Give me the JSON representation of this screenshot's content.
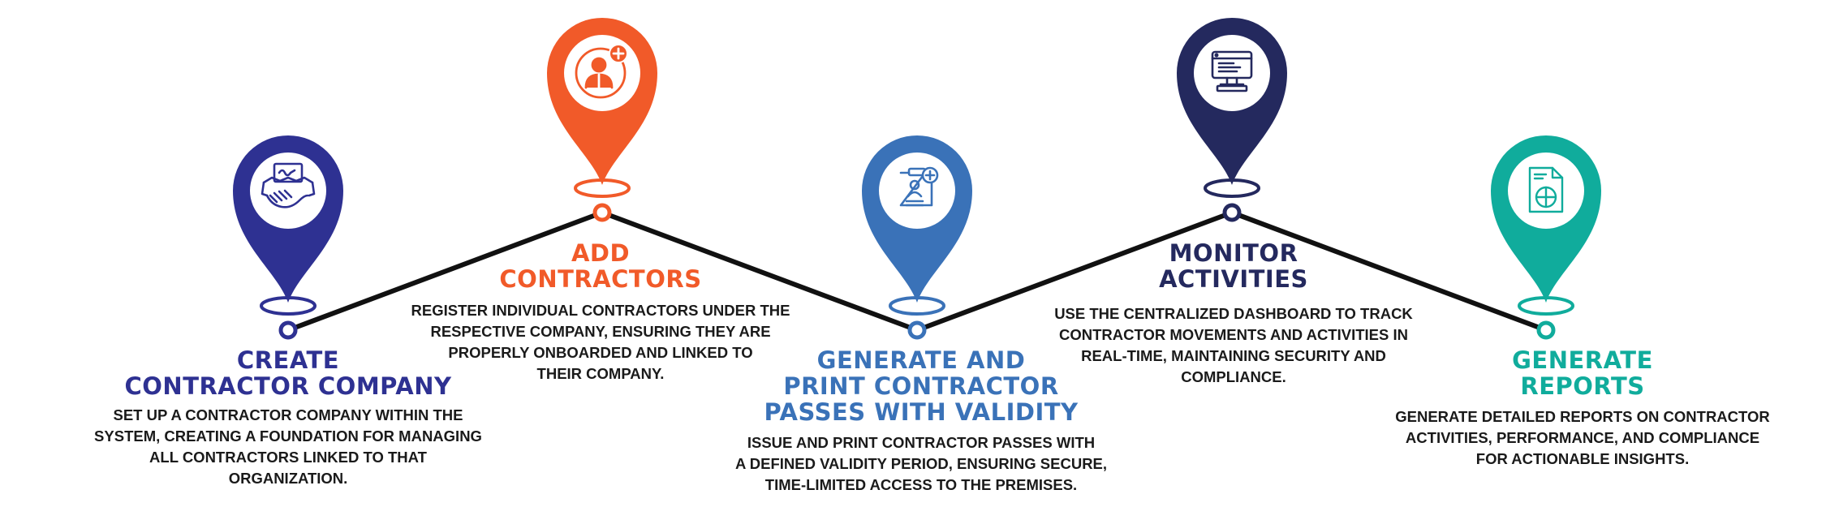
{
  "colors": {
    "navy_purple": "#2e3192",
    "orange": "#f15a29",
    "blue": "#3a72b8",
    "dark_navy": "#24295e",
    "teal": "#10ac9c",
    "path_line": "#111111"
  },
  "steps": [
    {
      "id": "create-contractor-company",
      "color": "#2e3192",
      "icon": "handshake-contract-icon",
      "title_lines": [
        "CREATE",
        "CONTRACTOR COMPANY"
      ],
      "description_lines": [
        "SET UP A CONTRACTOR COMPANY WITHIN THE",
        "SYSTEM, CREATING A FOUNDATION FOR MANAGING",
        "ALL CONTRACTORS LINKED TO THAT",
        "ORGANIZATION."
      ]
    },
    {
      "id": "add-contractors",
      "color": "#f15a29",
      "icon": "add-user-icon",
      "title_lines": [
        "ADD",
        "CONTRACTORS"
      ],
      "description_lines": [
        "REGISTER INDIVIDUAL CONTRACTORS UNDER THE",
        "RESPECTIVE COMPANY, ENSURING THEY ARE",
        "PROPERLY ONBOARDED AND LINKED TO",
        "THEIR COMPANY."
      ]
    },
    {
      "id": "generate-passes",
      "color": "#3a72b8",
      "icon": "id-badge-add-icon",
      "title_lines": [
        "GENERATE AND",
        "PRINT CONTRACTOR",
        "PASSES WITH VALIDITY"
      ],
      "description_lines": [
        "ISSUE AND PRINT CONTRACTOR PASSES WITH",
        "A DEFINED VALIDITY PERIOD, ENSURING SECURE,",
        "TIME-LIMITED ACCESS TO THE PREMISES."
      ]
    },
    {
      "id": "monitor-activities",
      "color": "#24295e",
      "icon": "dashboard-monitor-icon",
      "title_lines": [
        "MONITOR",
        "ACTIVITIES"
      ],
      "description_lines": [
        "USE THE CENTRALIZED DASHBOARD TO TRACK",
        "CONTRACTOR MOVEMENTS AND ACTIVITIES IN",
        "REAL-TIME, MAINTAINING SECURITY AND",
        "COMPLIANCE."
      ]
    },
    {
      "id": "generate-reports",
      "color": "#10ac9c",
      "icon": "report-document-icon",
      "title_lines": [
        "GENERATE",
        "REPORTS"
      ],
      "description_lines": [
        "GENERATE DETAILED REPORTS ON CONTRACTOR",
        "ACTIVITIES, PERFORMANCE, AND COMPLIANCE",
        "FOR ACTIONABLE INSIGHTS."
      ]
    }
  ]
}
